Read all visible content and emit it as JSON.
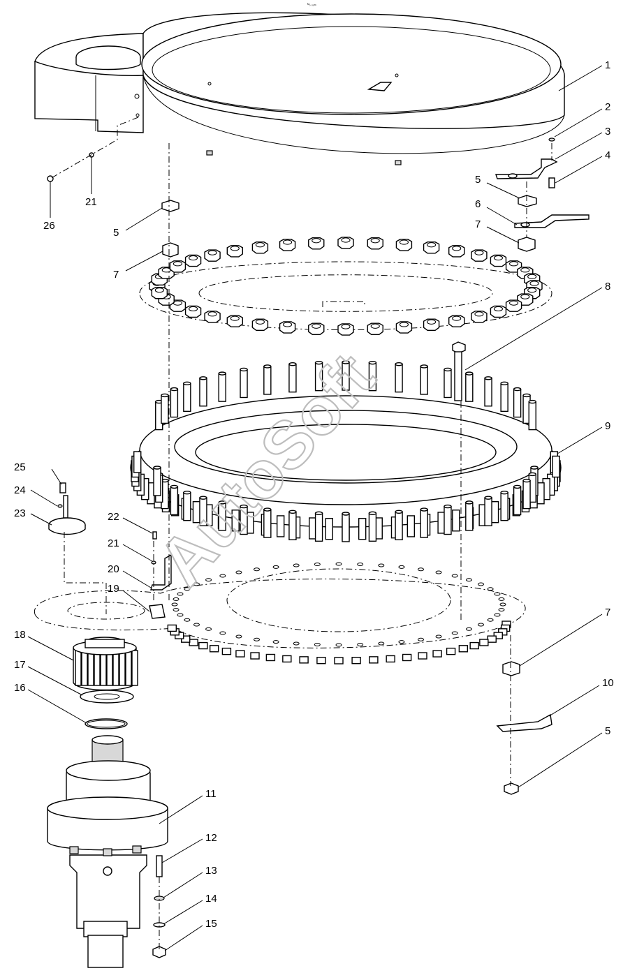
{
  "watermark": "AutoSoft",
  "header_mark": "ᴹ₀ ₒₒₘ",
  "callouts": [
    {
      "id": "c1",
      "label": "1"
    },
    {
      "id": "c2",
      "label": "2"
    },
    {
      "id": "c3",
      "label": "3"
    },
    {
      "id": "c4",
      "label": "4"
    },
    {
      "id": "c5a",
      "label": "5"
    },
    {
      "id": "c6",
      "label": "6"
    },
    {
      "id": "c7a",
      "label": "7"
    },
    {
      "id": "c8",
      "label": "8"
    },
    {
      "id": "c9",
      "label": "9"
    },
    {
      "id": "c5b",
      "label": "5"
    },
    {
      "id": "c7b",
      "label": "7"
    },
    {
      "id": "c21a",
      "label": "21"
    },
    {
      "id": "c26",
      "label": "26"
    },
    {
      "id": "c25",
      "label": "25"
    },
    {
      "id": "c24",
      "label": "24"
    },
    {
      "id": "c23",
      "label": "23"
    },
    {
      "id": "c22",
      "label": "22"
    },
    {
      "id": "c21b",
      "label": "21"
    },
    {
      "id": "c20",
      "label": "20"
    },
    {
      "id": "c19",
      "label": "19"
    },
    {
      "id": "c18",
      "label": "18"
    },
    {
      "id": "c17",
      "label": "17"
    },
    {
      "id": "c16",
      "label": "16"
    },
    {
      "id": "c7c",
      "label": "7"
    },
    {
      "id": "c10",
      "label": "10"
    },
    {
      "id": "c5c",
      "label": "5"
    },
    {
      "id": "c11",
      "label": "11"
    },
    {
      "id": "c12",
      "label": "12"
    },
    {
      "id": "c13",
      "label": "13"
    },
    {
      "id": "c14",
      "label": "14"
    },
    {
      "id": "c15",
      "label": "15"
    }
  ]
}
